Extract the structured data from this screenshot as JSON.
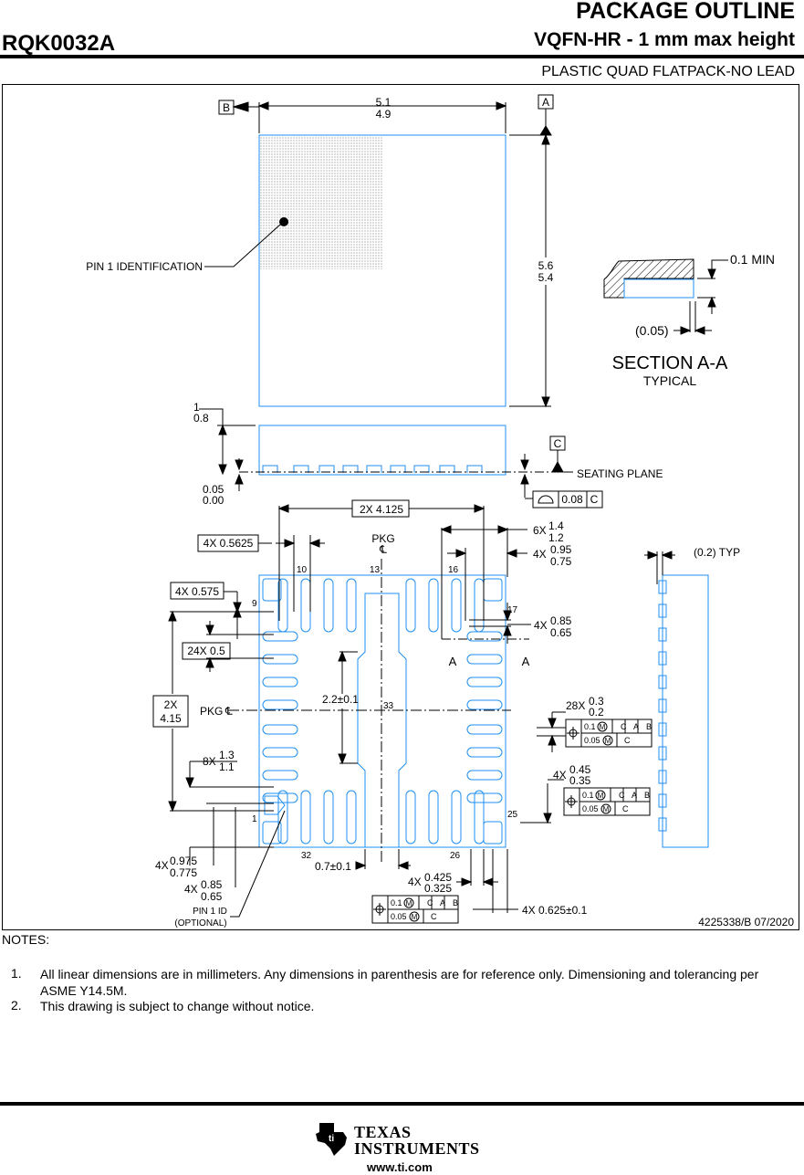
{
  "header": {
    "title": "PACKAGE OUTLINE",
    "part_number": "RQK0032A",
    "subtitle": "VQFN-HR - 1 mm max height",
    "package_type": "PLASTIC QUAD FLATPACK-NO LEAD"
  },
  "drawing": {
    "datum_a": "A",
    "datum_b": "B",
    "datum_c": "C",
    "width_max": "5.1",
    "width_min": "4.9",
    "length_max": "5.6",
    "length_min": "5.4",
    "pin1_identification": "PIN 1 IDENTIFICATION",
    "height_max": "1",
    "height_min": "0.8",
    "standoff_max": "0.05",
    "standoff_min": "0.00",
    "seating_plane": "SEATING PLANE",
    "flatness_value": "0.08",
    "section_min": "0.1 MIN",
    "section_ref": "(0.05)",
    "section_title": "SECTION A-A",
    "section_sub": "TYPICAL",
    "dim_2x_4125": "2X 4.125",
    "dim_4x_05625": "4X 0.5625",
    "pkg": "PKG",
    "cl": "℄",
    "dim_6x": "6X",
    "dim_6x_max": "1.4",
    "dim_6x_min": "1.2",
    "dim_4x": "4X",
    "dim_4x_095": "0.95",
    "dim_4x_075": "0.75",
    "dim_02_typ": "(0.2) TYP",
    "dim_4x_0575": "4X 0.575",
    "pin_9": "9",
    "pin_10": "10",
    "pin_13": "13",
    "pin_16": "16",
    "pin_17": "17",
    "pin_25": "25",
    "pin_26": "26",
    "pin_32": "32",
    "pin_33": "33",
    "pin_1": "1",
    "dim_4x_085": "0.85",
    "dim_4x_065": "0.65",
    "section_mark": "A",
    "dim_24x_05": "24X 0.5",
    "dim_2x": "2X",
    "dim_415": "4.15",
    "pkg_cl_left": "PKG",
    "dim_22": "2.2±0.1",
    "dim_28x": "28X",
    "dim_28x_03": "0.3",
    "dim_28x_02": "0.2",
    "fcf_01": "0.1",
    "fcf_005": "0.05",
    "fcf_m": "M",
    "dim_8x": "8X",
    "dim_8x_13": "1.3",
    "dim_8x_11": "1.1",
    "dim_4x_045": "0.45",
    "dim_4x_035": "0.35",
    "dim_4x_0975": "0.975",
    "dim_4x_0775": "0.775",
    "dim_07": "0.7±0.1",
    "dim_4x_0425": "0.425",
    "dim_4x_0325": "0.325",
    "dim_4x_0625": "4X 0.625±0.1",
    "pin1_id": "PIN 1 ID",
    "optional": "(OPTIONAL)",
    "drawing_number": "4225338/B   07/2020"
  },
  "notes": {
    "heading": "NOTES:",
    "items": [
      {
        "num": "1.",
        "text": "All linear dimensions are in millimeters. Any dimensions in parenthesis are for reference only. Dimensioning and tolerancing per ASME Y14.5M."
      },
      {
        "num": "2.",
        "text": "This drawing is subject to change without notice."
      }
    ]
  },
  "footer": {
    "brand_line1": "TEXAS",
    "brand_line2": "INSTRUMENTS",
    "url": "www.ti.com"
  },
  "colors": {
    "outline": "#1e8ff0",
    "line": "#000000"
  }
}
